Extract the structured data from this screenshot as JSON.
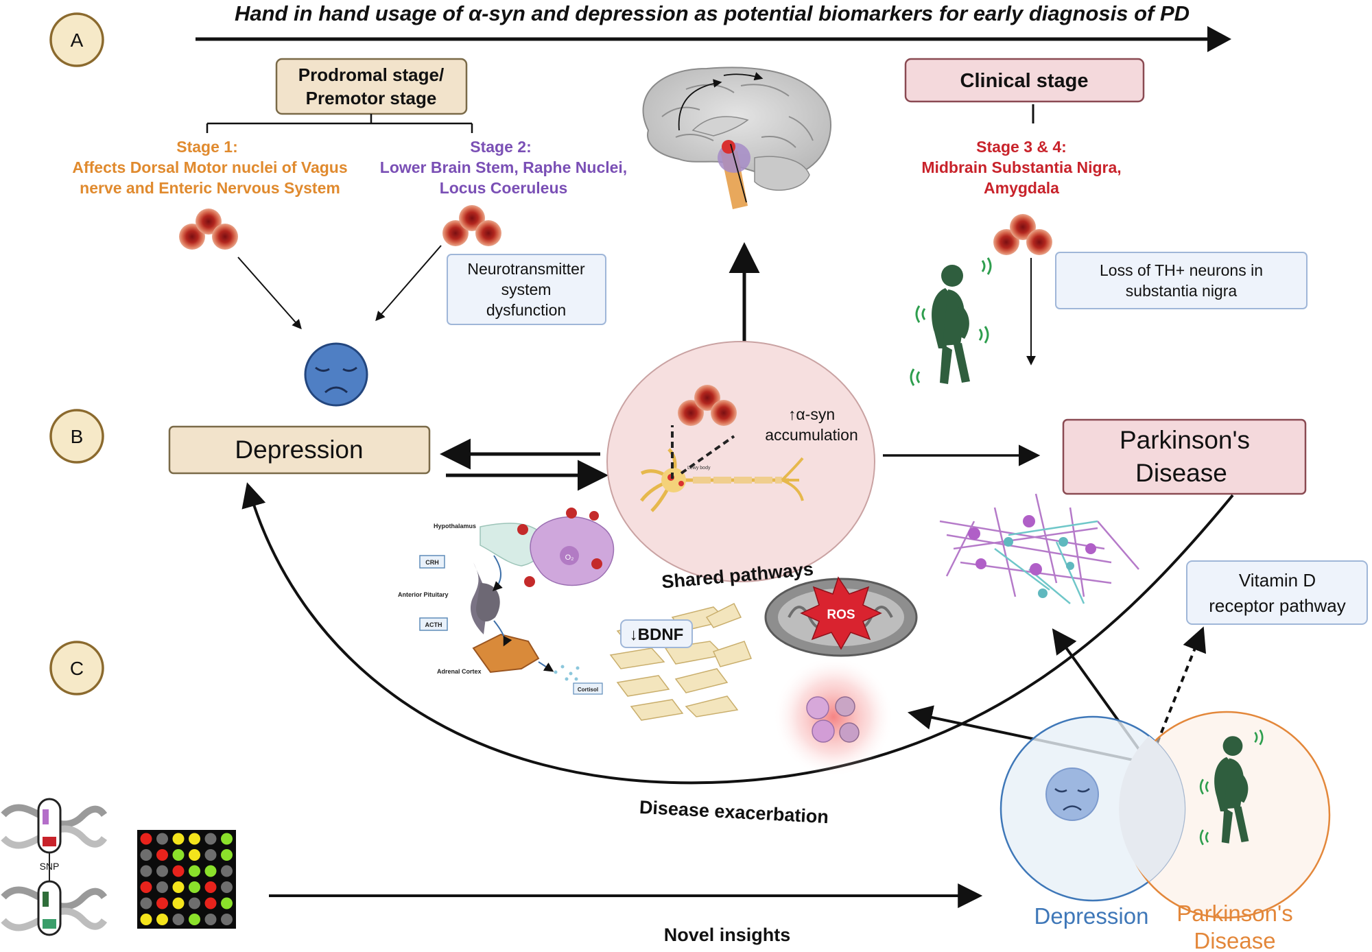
{
  "title": "Hand in hand usage of α-syn and depression as potential biomarkers for early diagnosis of PD",
  "section_labels": [
    "A",
    "B",
    "C"
  ],
  "prodromal": {
    "line1": "Prodromal stage/",
    "line2": "Premotor stage"
  },
  "stage1": {
    "line1": "Stage 1:",
    "line2": "Affects Dorsal Motor nuclei of Vagus",
    "line3": "nerve  and Enteric Nervous System"
  },
  "stage2": {
    "line1": "Stage 2:",
    "line2": "Lower Brain Stem, Raphe Nuclei,",
    "line3": "Locus Coeruleus"
  },
  "neurotransmitter": {
    "line1": "Neurotransmitter",
    "line2": "system",
    "line3": "dysfunction"
  },
  "clinical": {
    "label": "Clinical stage"
  },
  "stage34": {
    "line1": "Stage 3 & 4:",
    "line2": "Midbrain Substantia Nigra,",
    "line3": "Amygdala"
  },
  "th_loss": {
    "line1": "Loss of TH+ neurons in",
    "line2": "substantia nigra"
  },
  "depression_box": "Depression",
  "pd_box": {
    "line1": "Parkinson's",
    "line2": "Disease"
  },
  "asyn": {
    "line1": "↑α-syn",
    "line2": "accumulation",
    "lewy": "Lewy body"
  },
  "shared": "Shared pathways",
  "hpa": {
    "hypothalamus": "Hypothalamus",
    "crh": "CRH",
    "pituitary": "Anterior Pituitary",
    "acth": "ACTH",
    "adrenal": "Adrenal Cortex",
    "cortisol": "Cortisol",
    "o2": "O₂"
  },
  "bdnf": "↓BDNF",
  "ros": "ROS",
  "vitd": {
    "line1": "Vitamin D",
    "line2": "receptor pathway"
  },
  "exacerbation": "Disease exacerbation",
  "novel": "Novel insights",
  "snp": "SNP",
  "venn": {
    "left": "Depression",
    "right_line1": "Parkinson's",
    "right_line2": "Disease"
  },
  "colors": {
    "tan_fill": "#F2E3CB",
    "tan_stroke": "#7A6A48",
    "pink_fill": "#F4D9DC",
    "pink_stroke": "#8A4A52",
    "blue_box_fill": "#EEF3FB",
    "blue_box_stroke": "#9FB6D8",
    "orange": "#E08A2E",
    "purple": "#7A4FB5",
    "red": "#C8222A",
    "venn_blue": "#3E77B8",
    "venn_orange": "#E3873A",
    "figure_green": "#2F5E3E",
    "face_blue": "#4F7FC4"
  },
  "microarray": {
    "rows": [
      [
        "red",
        "gray",
        "yellow",
        "yellow",
        "gray",
        "green"
      ],
      [
        "gray",
        "red",
        "green",
        "yellow",
        "gray",
        "green"
      ],
      [
        "gray",
        "gray",
        "red",
        "green",
        "green",
        "gray"
      ],
      [
        "red",
        "gray",
        "yellow",
        "green",
        "red",
        "gray"
      ],
      [
        "gray",
        "red",
        "yellow",
        "gray",
        "red",
        "green"
      ],
      [
        "yellow",
        "yellow",
        "gray",
        "green",
        "gray",
        "gray"
      ]
    ],
    "palette": {
      "red": "#E8231C",
      "green": "#8BE12B",
      "yellow": "#F4E41C",
      "gray": "#6E6E6E"
    }
  }
}
